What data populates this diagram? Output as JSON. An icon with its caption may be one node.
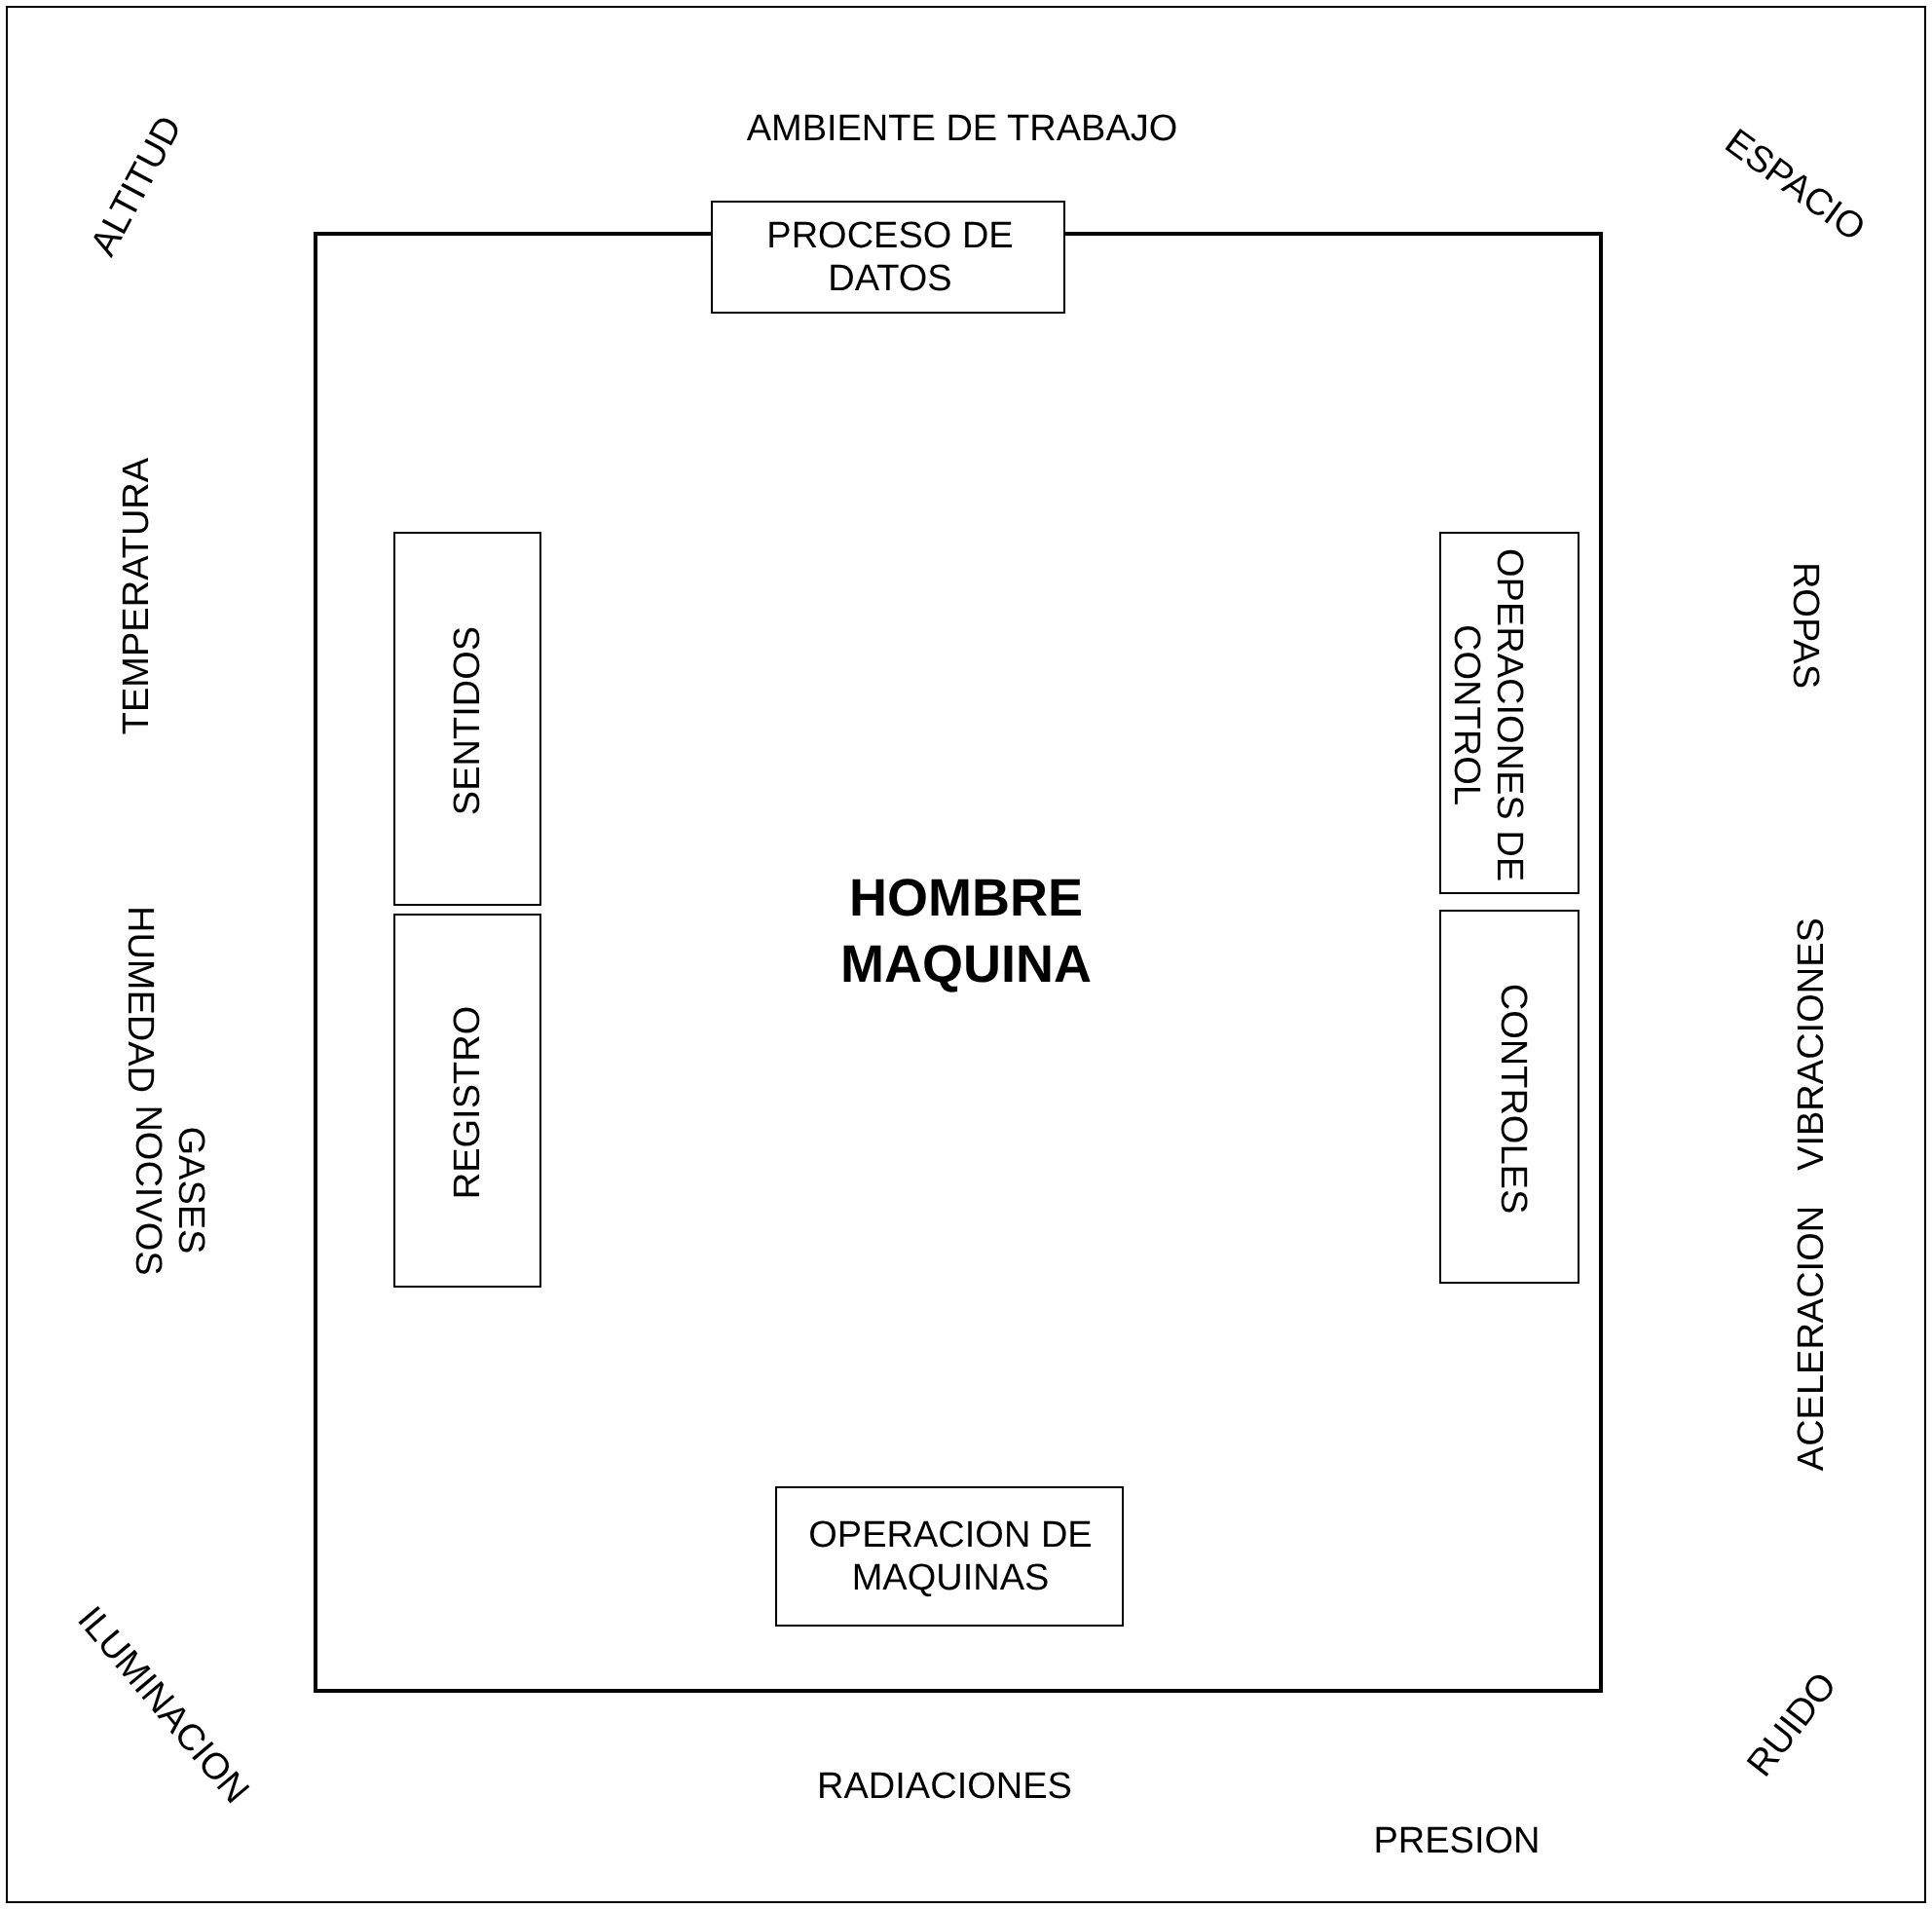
{
  "diagram": {
    "nodes": [
      {
        "text": [
          "AMBIENTE DE TRABAJO"
        ]
      },
      {
        "text": [
          "HOMBRE MAQUINA"
        ],
        "in": 0
      },
      {
        "text": [
          "PROCESO DE DATOS"
        ],
        "in": 1
      },
      {
        "text": [
          "SENTIDOS"
        ],
        "in": 1
      },
      {
        "text": [
          "OPERACIONES DE CONTROL"
        ],
        "in": 1
      },
      {
        "text": [
          "REGISTRO"
        ],
        "in": 1
      },
      {
        "text": [
          "CONTROLES"
        ],
        "in": 1
      },
      {
        "text": [
          "OPERACION DE MAQUINAS"
        ],
        "in": 1
      }
    ],
    "labels": [
      "ALTITUD",
      "ESPACIO",
      "TEMPERATURA",
      "ROPAS",
      "HUMEDAD",
      "VIBRACIONES",
      "GASES NOCIVOS",
      "ACELERACION",
      "ILUMINACION",
      "RUIDO",
      "RADIACIONES",
      "PRESION"
    ]
  }
}
